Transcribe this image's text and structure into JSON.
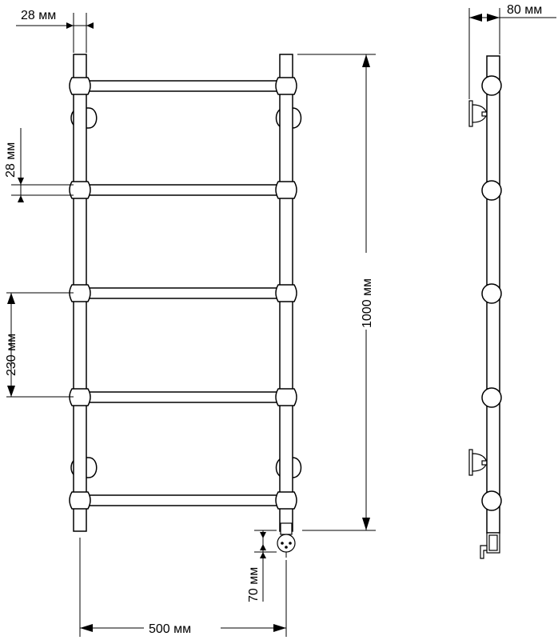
{
  "dimensions": {
    "tube_width": "28 мм",
    "bar_thickness": "28 мм",
    "bar_spacing": "230 мм",
    "height": "1000 мм",
    "width": "500 мм",
    "connector_offset": "70 мм",
    "wall_depth": "80 мм"
  }
}
